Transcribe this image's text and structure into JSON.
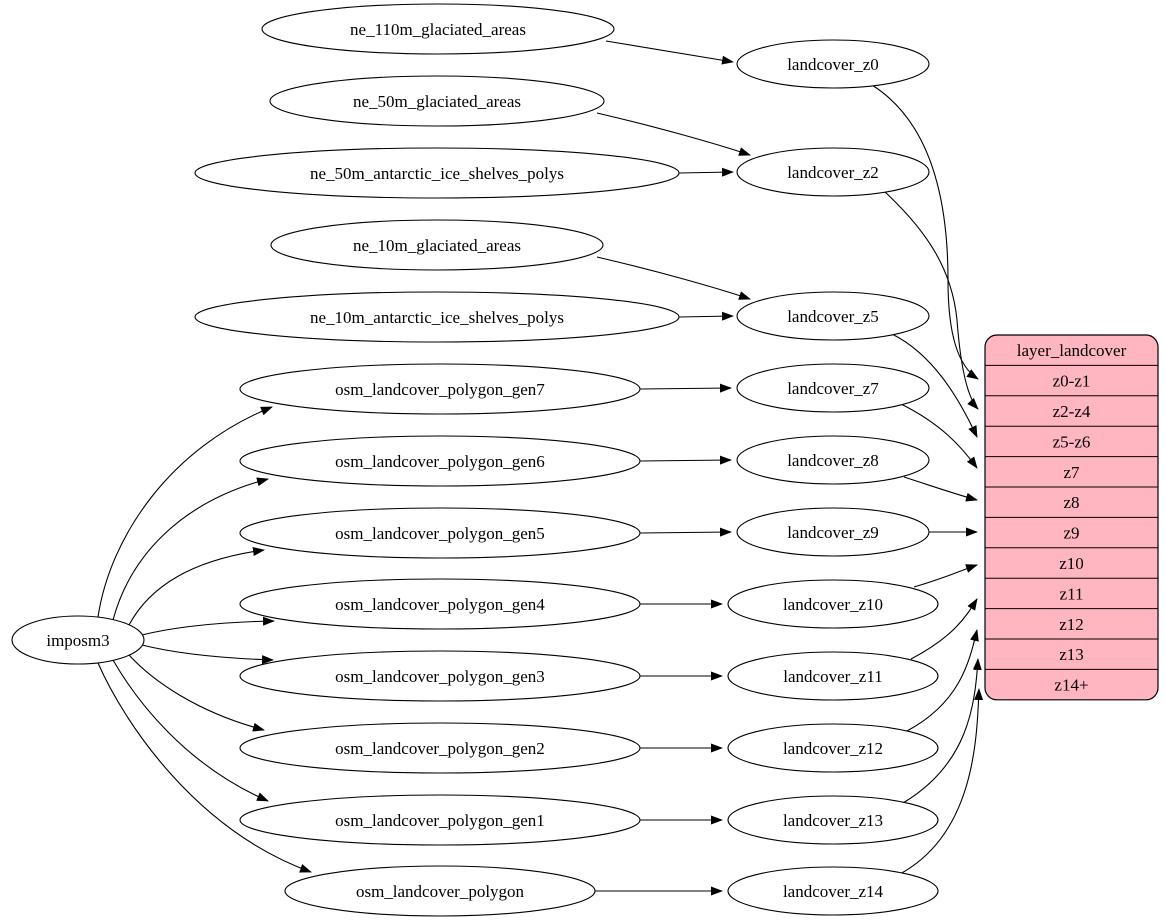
{
  "diagram": {
    "type": "dependency-graph",
    "colors": {
      "background": "#ffffff",
      "node_fill": "#ffffff",
      "node_stroke": "#000000",
      "edge_color": "#000000",
      "record_fill": "#ffb6c1"
    },
    "nodes": [
      {
        "id": "ne_110m_glaciated_areas",
        "label": "ne_110m_glaciated_areas"
      },
      {
        "id": "ne_50m_glaciated_areas",
        "label": "ne_50m_glaciated_areas"
      },
      {
        "id": "ne_50m_antarctic_ice_shelves_polys",
        "label": "ne_50m_antarctic_ice_shelves_polys"
      },
      {
        "id": "ne_10m_glaciated_areas",
        "label": "ne_10m_glaciated_areas"
      },
      {
        "id": "ne_10m_antarctic_ice_shelves_polys",
        "label": "ne_10m_antarctic_ice_shelves_polys"
      },
      {
        "id": "imposm3",
        "label": "imposm3"
      },
      {
        "id": "osm_landcover_polygon_gen7",
        "label": "osm_landcover_polygon_gen7"
      },
      {
        "id": "osm_landcover_polygon_gen6",
        "label": "osm_landcover_polygon_gen6"
      },
      {
        "id": "osm_landcover_polygon_gen5",
        "label": "osm_landcover_polygon_gen5"
      },
      {
        "id": "osm_landcover_polygon_gen4",
        "label": "osm_landcover_polygon_gen4"
      },
      {
        "id": "osm_landcover_polygon_gen3",
        "label": "osm_landcover_polygon_gen3"
      },
      {
        "id": "osm_landcover_polygon_gen2",
        "label": "osm_landcover_polygon_gen2"
      },
      {
        "id": "osm_landcover_polygon_gen1",
        "label": "osm_landcover_polygon_gen1"
      },
      {
        "id": "osm_landcover_polygon",
        "label": "osm_landcover_polygon"
      },
      {
        "id": "landcover_z0",
        "label": "landcover_z0"
      },
      {
        "id": "landcover_z2",
        "label": "landcover_z2"
      },
      {
        "id": "landcover_z5",
        "label": "landcover_z5"
      },
      {
        "id": "landcover_z7",
        "label": "landcover_z7"
      },
      {
        "id": "landcover_z8",
        "label": "landcover_z8"
      },
      {
        "id": "landcover_z9",
        "label": "landcover_z9"
      },
      {
        "id": "landcover_z10",
        "label": "landcover_z10"
      },
      {
        "id": "landcover_z11",
        "label": "landcover_z11"
      },
      {
        "id": "landcover_z12",
        "label": "landcover_z12"
      },
      {
        "id": "landcover_z13",
        "label": "landcover_z13"
      },
      {
        "id": "landcover_z14",
        "label": "landcover_z14"
      }
    ],
    "record": {
      "id": "layer_landcover",
      "title": "layer_landcover",
      "rows": [
        "z0-z1",
        "z2-z4",
        "z5-z6",
        "z7",
        "z8",
        "z9",
        "z10",
        "z11",
        "z12",
        "z13",
        "z14+"
      ]
    },
    "edges": [
      {
        "from": "ne_110m_glaciated_areas",
        "to": "landcover_z0"
      },
      {
        "from": "ne_50m_glaciated_areas",
        "to": "landcover_z2"
      },
      {
        "from": "ne_50m_antarctic_ice_shelves_polys",
        "to": "landcover_z2"
      },
      {
        "from": "ne_10m_glaciated_areas",
        "to": "landcover_z5"
      },
      {
        "from": "ne_10m_antarctic_ice_shelves_polys",
        "to": "landcover_z5"
      },
      {
        "from": "imposm3",
        "to": "osm_landcover_polygon_gen7"
      },
      {
        "from": "imposm3",
        "to": "osm_landcover_polygon_gen6"
      },
      {
        "from": "imposm3",
        "to": "osm_landcover_polygon_gen5"
      },
      {
        "from": "imposm3",
        "to": "osm_landcover_polygon_gen4"
      },
      {
        "from": "imposm3",
        "to": "osm_landcover_polygon_gen3"
      },
      {
        "from": "imposm3",
        "to": "osm_landcover_polygon_gen2"
      },
      {
        "from": "imposm3",
        "to": "osm_landcover_polygon_gen1"
      },
      {
        "from": "imposm3",
        "to": "osm_landcover_polygon"
      },
      {
        "from": "osm_landcover_polygon_gen7",
        "to": "landcover_z7"
      },
      {
        "from": "osm_landcover_polygon_gen6",
        "to": "landcover_z8"
      },
      {
        "from": "osm_landcover_polygon_gen5",
        "to": "landcover_z9"
      },
      {
        "from": "osm_landcover_polygon_gen4",
        "to": "landcover_z10"
      },
      {
        "from": "osm_landcover_polygon_gen3",
        "to": "landcover_z11"
      },
      {
        "from": "osm_landcover_polygon_gen2",
        "to": "landcover_z12"
      },
      {
        "from": "osm_landcover_polygon_gen1",
        "to": "landcover_z13"
      },
      {
        "from": "osm_landcover_polygon",
        "to": "landcover_z14"
      },
      {
        "from": "landcover_z0",
        "to": "layer_landcover.z0-z1"
      },
      {
        "from": "landcover_z2",
        "to": "layer_landcover.z2-z4"
      },
      {
        "from": "landcover_z5",
        "to": "layer_landcover.z5-z6"
      },
      {
        "from": "landcover_z7",
        "to": "layer_landcover.z7"
      },
      {
        "from": "landcover_z8",
        "to": "layer_landcover.z8"
      },
      {
        "from": "landcover_z9",
        "to": "layer_landcover.z9"
      },
      {
        "from": "landcover_z10",
        "to": "layer_landcover.z10"
      },
      {
        "from": "landcover_z11",
        "to": "layer_landcover.z11"
      },
      {
        "from": "landcover_z12",
        "to": "layer_landcover.z12"
      },
      {
        "from": "landcover_z13",
        "to": "layer_landcover.z13"
      },
      {
        "from": "landcover_z14",
        "to": "layer_landcover.z14+"
      }
    ]
  }
}
